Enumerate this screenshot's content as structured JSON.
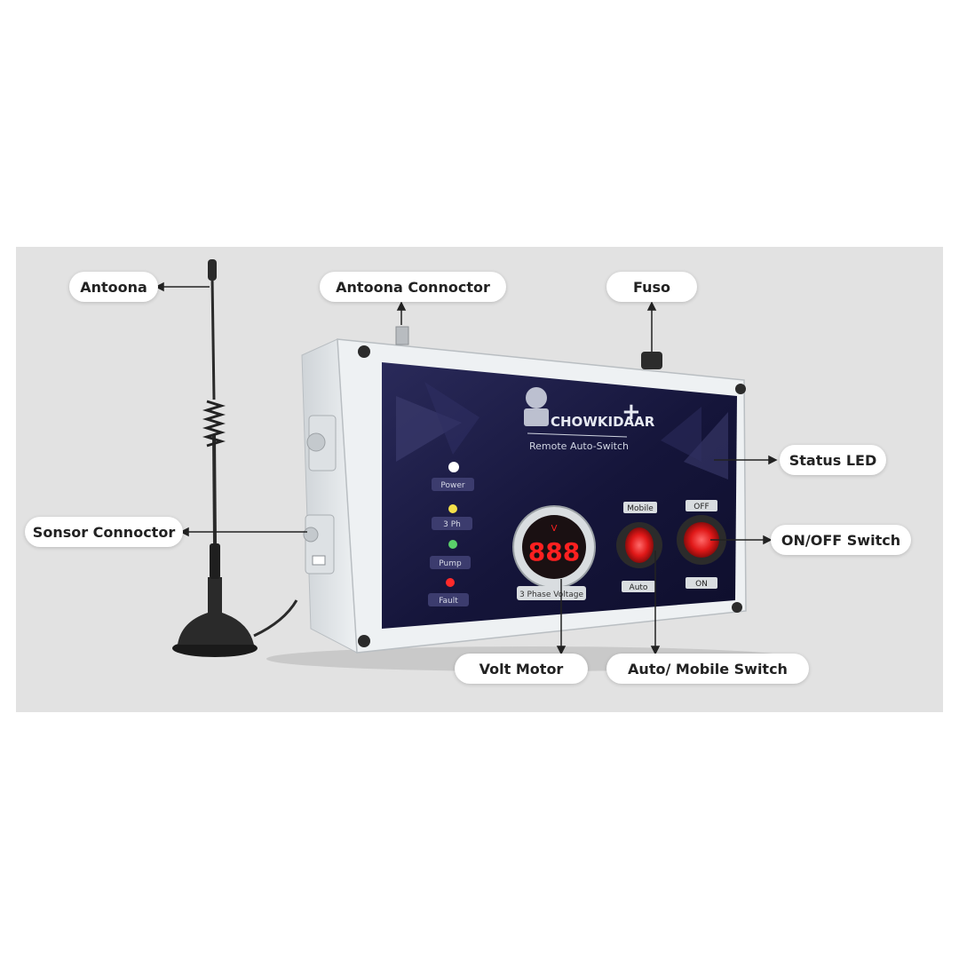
{
  "callouts": {
    "antenna": "Antoona",
    "antenna_connector": "Antoona Connoctor",
    "fuse": "Fuso",
    "status_led": "Status LED",
    "sensor_connector": "Sonsor Connoctor",
    "on_off_switch": "ON/OFF Switch",
    "volt_meter": "Volt Motor",
    "auto_mobile_switch": "Auto/ Mobile Switch"
  },
  "panel": {
    "brand": "CHOWKIDAAR",
    "tagline": "Remote Auto-Switch",
    "plus": "+",
    "meter_reading": "888",
    "meter_unit": "V",
    "meter_label": "3 Phase Voltage",
    "led_labels": [
      "Power",
      "3 Ph",
      "Pump",
      "Fault"
    ],
    "switch_mobile_top": "Mobile",
    "switch_mobile_bottom": "Auto",
    "switch_power_top": "OFF",
    "switch_power_bottom": "ON"
  },
  "colors": {
    "panel_face": "#15153a",
    "enclosure": "#dfe3e6",
    "switch_red": "#e01818",
    "led_white": "#ffffff",
    "led_yellow": "#f4e04a",
    "led_green": "#5ad06a",
    "led_red": "#ff2a2a",
    "meter_digits": "#ff2020"
  }
}
